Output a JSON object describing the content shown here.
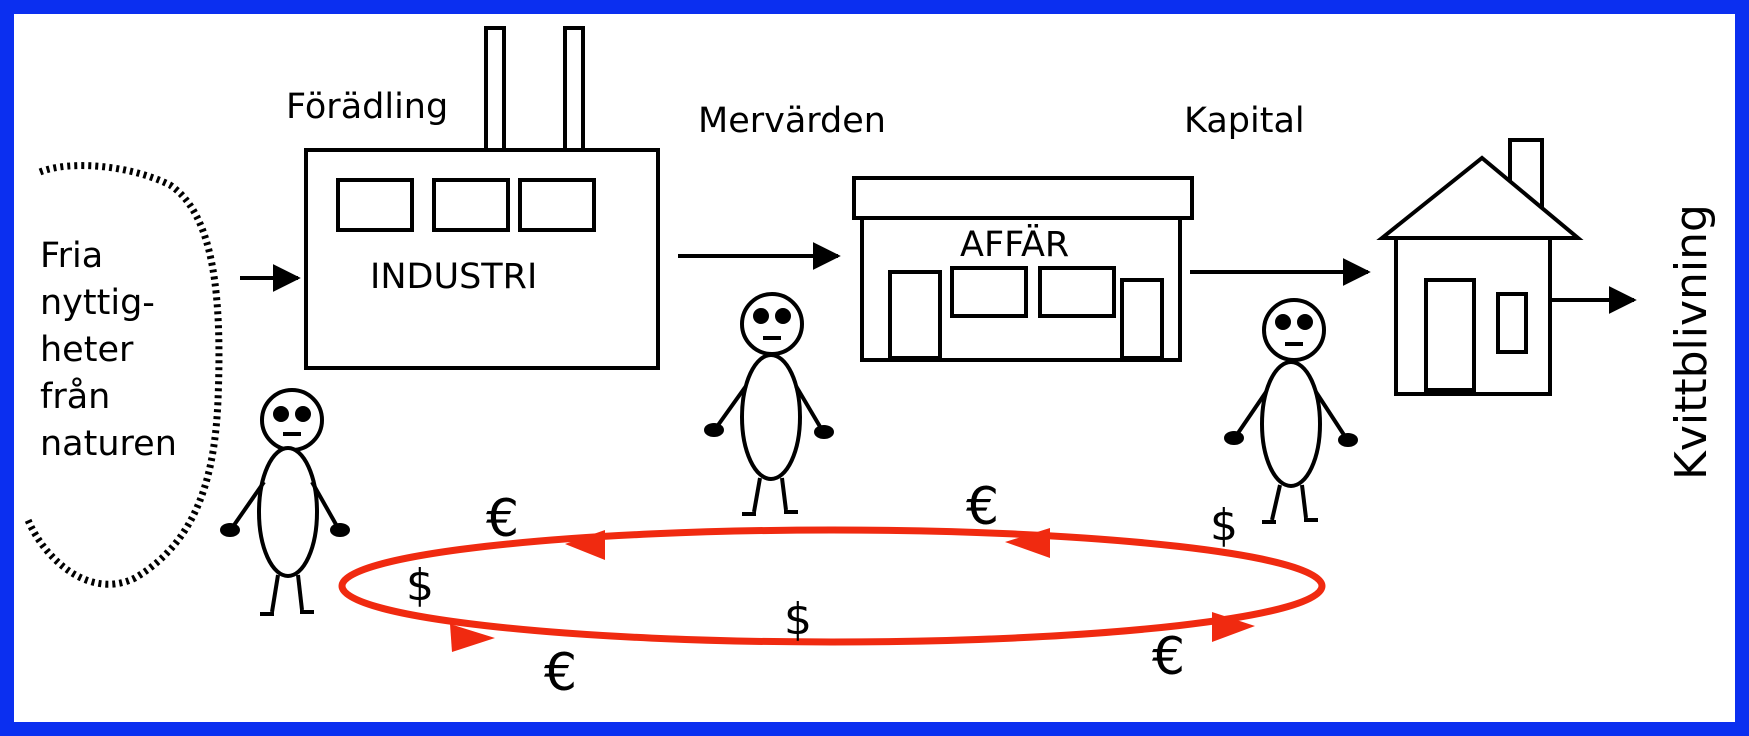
{
  "labels": {
    "foradling": "Förädling",
    "mervarden": "Mervärden",
    "kapital": "Kapital",
    "industri": "INDUSTRI",
    "affar": "AFFÄR",
    "kvittblivning": "Kvittblivning"
  },
  "nature_text": [
    "Fria",
    "nyttig-",
    "heter",
    "från",
    "naturen"
  ],
  "currency": {
    "euro": "€",
    "dollar": "$"
  },
  "colors": {
    "frame": "#0b2ff0",
    "money_cycle": "#f02a10",
    "ink": "#000000"
  }
}
